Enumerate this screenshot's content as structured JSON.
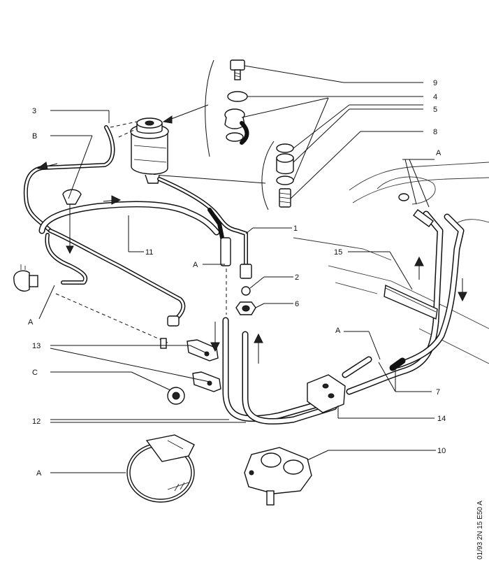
{
  "callouts": {
    "c1": "1",
    "c2": "2",
    "c3": "3",
    "c4": "4",
    "c5": "5",
    "c6": "6",
    "c7": "7",
    "c8": "8",
    "c9": "9",
    "c10": "10",
    "c11": "11",
    "c12": "12",
    "c13": "13",
    "c14": "14",
    "c15": "15",
    "A1": "A",
    "A2": "A",
    "A3": "A",
    "A4": "A",
    "A5": "A",
    "B": "B",
    "C": "C"
  },
  "reference_code": "01/93   2N 15 E50 A"
}
